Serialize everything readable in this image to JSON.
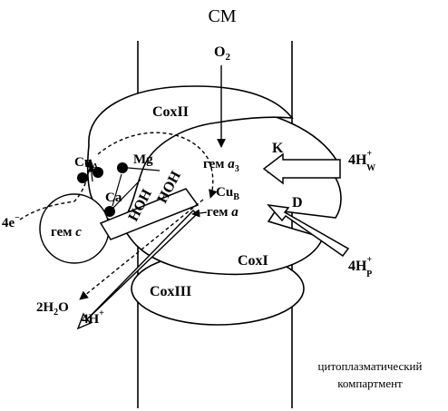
{
  "labels": {
    "cm": "СМ",
    "o2_main": "O",
    "o2_sub": "2",
    "coxII": "CoxII",
    "coxI": "CoxI",
    "coxIII": "CoxIII",
    "cuA_main": "Cu",
    "cuA_sub": "A",
    "mg": "Mg",
    "ca": "Ca",
    "hoh1": "HOH",
    "hoh2": "HOH",
    "hem_a3_prefix": "гем ",
    "hem_a3_italic": "a",
    "hem_a3_sub": "3",
    "cuB_main": "Cu",
    "cuB_sub": "B",
    "hem_a_prefix": "гем ",
    "hem_a_italic": "a",
    "k_channel": "K",
    "d_channel": "D",
    "h_w_main": "4H",
    "h_w_sup": "+",
    "h_w_sub": "W",
    "h_p_main": "4H",
    "h_p_sup": "+",
    "h_p_sub": "P",
    "e_main": "4e",
    "e_sup": "−",
    "hem_c_prefix": "гем ",
    "hem_c_italic": "c",
    "water_main": "2H",
    "water_sub": "2",
    "water_end": "O",
    "h_out_main": "4H",
    "h_out_sup": "+",
    "compartment_line1": "цитоплазматический",
    "compartment_line2": "компартмент"
  }
}
